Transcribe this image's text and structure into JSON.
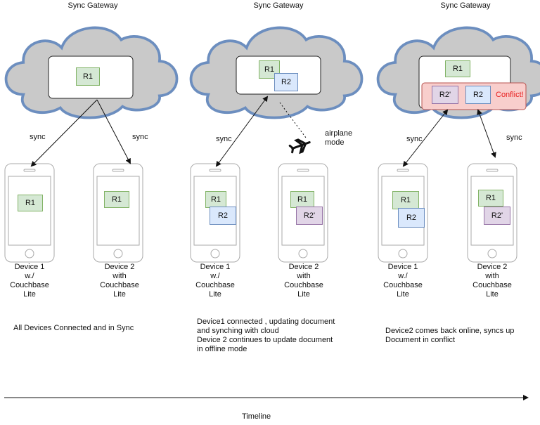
{
  "gateway_label": "Sync\nGateway",
  "doc_labels": {
    "r1": "R1",
    "r2": "R2",
    "r2p": "R2'"
  },
  "sync_label": "sync",
  "airplane_label": "airplane\nmode",
  "conflict_label": "Conflict!",
  "device1_label": "Device 1\nw./\nCouchbase\nLite",
  "device2_label": "Device 2\nwith\nCouchbase\nLite",
  "captions": [
    "All Devices Connected and  in Sync",
    "Device1 connected , updating document\nand  synching with cloud\nDevice 2 continues to update document\nin offline mode",
    "Device2 comes back online, syncs up\nDocument in conflict"
  ],
  "timeline_label": "Timeline",
  "colors": {
    "cloud_fill": "#c9c9c9",
    "cloud_stroke": "#6c8ebf",
    "r1": "#d5e8d4",
    "r2": "#dae8fc",
    "r2p": "#e1d5e7",
    "conflict_fill": "#f8cecc",
    "conflict_text": "#e81c1c"
  }
}
